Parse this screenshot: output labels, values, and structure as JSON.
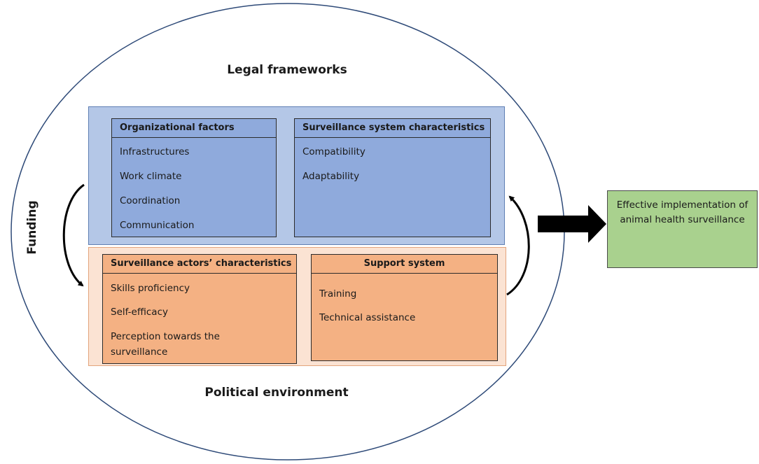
{
  "labels": {
    "legal": "Legal frameworks",
    "political": "Political environment",
    "funding": "Funding"
  },
  "boxes": {
    "organizational": {
      "title": "Organizational factors",
      "items": [
        "Infrastructures",
        "Work climate",
        "Coordination",
        "Communication"
      ]
    },
    "system": {
      "title": "Surveillance system characteristics",
      "items": [
        "Compatibility",
        "Adaptability"
      ]
    },
    "actors": {
      "title": "Surveillance actors’ characteristics",
      "items": [
        "Skills proficiency",
        "Self-efficacy",
        "Perception towards the surveillance"
      ]
    },
    "support": {
      "title": "Support system",
      "items": [
        "Training",
        "Technical assistance"
      ]
    }
  },
  "outcome": {
    "text": "Effective implementation of animal health surveillance"
  },
  "colors": {
    "blue_panel": "#b4c7e7",
    "blue_box": "#8faadc",
    "orange_panel": "#fbe3d3",
    "orange_box": "#f4b183",
    "outcome_box": "#a9d18e"
  }
}
